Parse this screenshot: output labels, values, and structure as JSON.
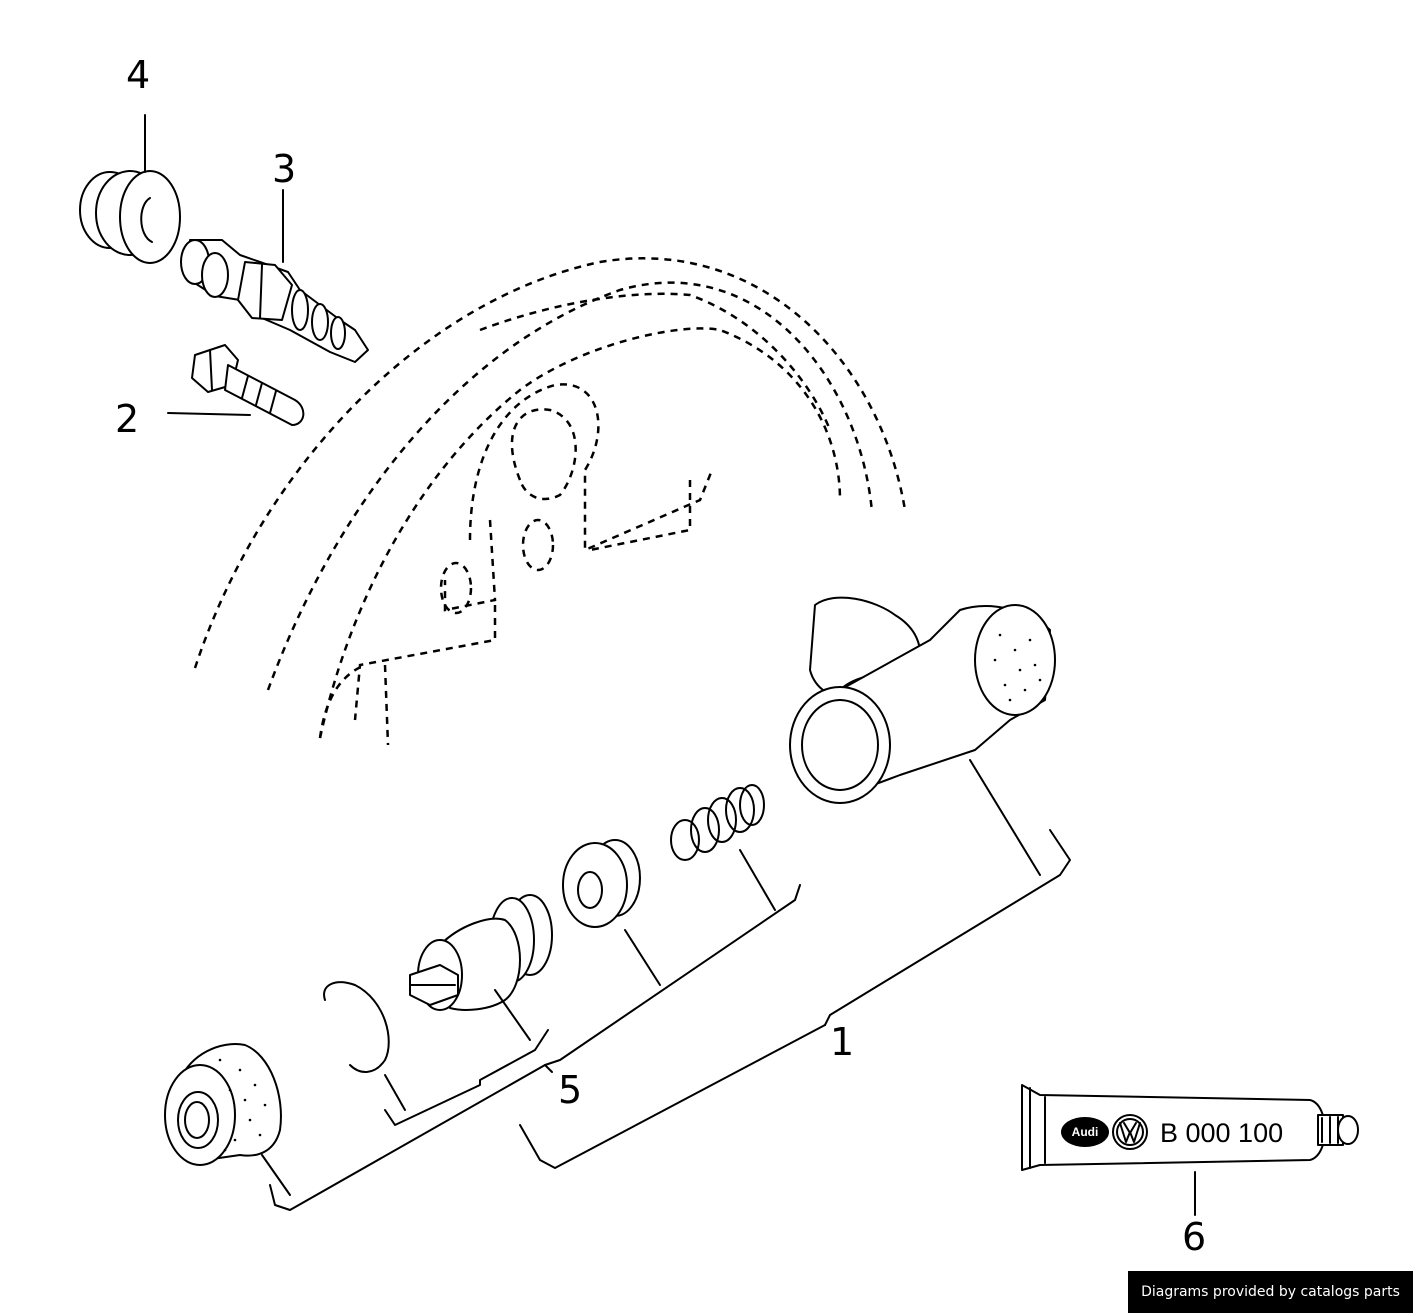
{
  "callouts": {
    "c1": "1",
    "c2": "2",
    "c3": "3",
    "c4": "4",
    "c5": "5",
    "c6": "6"
  },
  "tube": {
    "part_number": "B 000 100",
    "brand_left": "Audi",
    "brand_right_icon": "vw-logo-icon"
  },
  "footer": {
    "credit": "Diagrams provided by catalogs parts"
  }
}
